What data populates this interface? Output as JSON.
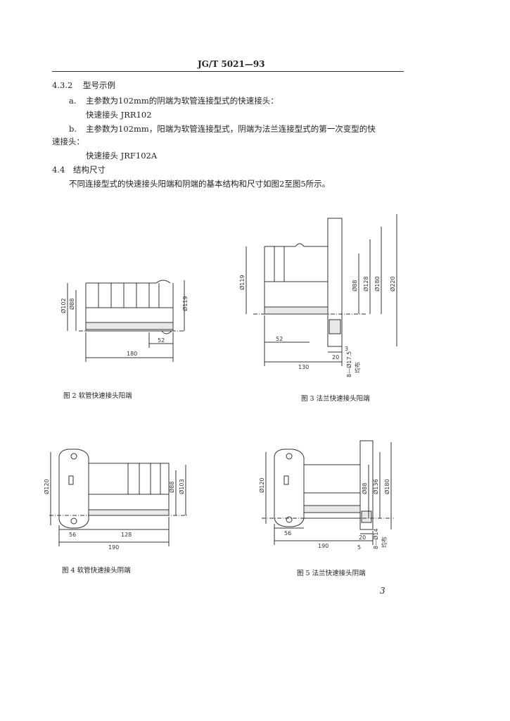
{
  "header": {
    "code": "JG/T 5021—93"
  },
  "sec432": {
    "num": "4.3.2",
    "title": "型号示例",
    "a_label": "a.",
    "a_text": "主参数为102mm的阴端为软管连接型式的快速接头：",
    "a_model": "快速接头 JRR102",
    "b_label": "b.",
    "b_text": "主参数为102mm，阳端为软管连接型式，阴端为法兰连接型式的第一次变型的快",
    "b_cont": "速接头：",
    "b_model": "快速接头 JRF102A"
  },
  "sec44": {
    "num": "4.4",
    "title": "结构尺寸",
    "text": "不同连接型式的快速接头阳端和阴端的基本结构和尺寸如图2至图5所示。"
  },
  "fig2": {
    "caption": "图 2  软管快速接头阳端",
    "dims": {
      "d102": "Ø102",
      "d88": "Ø88",
      "d119": "Ø119",
      "l52": "52",
      "l180": "180"
    }
  },
  "fig3": {
    "caption": "图 3  法兰快速接头阳端",
    "dims": {
      "d119": "Ø119",
      "d88": "Ø88",
      "d128": "Ø128",
      "d180": "Ø180",
      "d220": "Ø220",
      "l52": "52",
      "l130": "130",
      "l20": "20",
      "l3": "3",
      "holes": "8—Ø17.5",
      "even": "均布"
    }
  },
  "fig4": {
    "caption": "图 4  软管快速接头阴端",
    "dims": {
      "d120": "Ø120",
      "d88": "Ø88",
      "d103": "Ø103",
      "l56": "56",
      "l128": "128",
      "l190": "190"
    }
  },
  "fig5": {
    "caption": "图 5  法兰快速接头阴端",
    "dims": {
      "d120": "Ø120",
      "d88": "Ø88",
      "d136": "Ø136",
      "d180": "Ø180",
      "l56": "56",
      "l190": "190",
      "l20": "20",
      "l5": "5",
      "holes": "8—Ø14",
      "even": "均布"
    }
  },
  "page_number": "3"
}
